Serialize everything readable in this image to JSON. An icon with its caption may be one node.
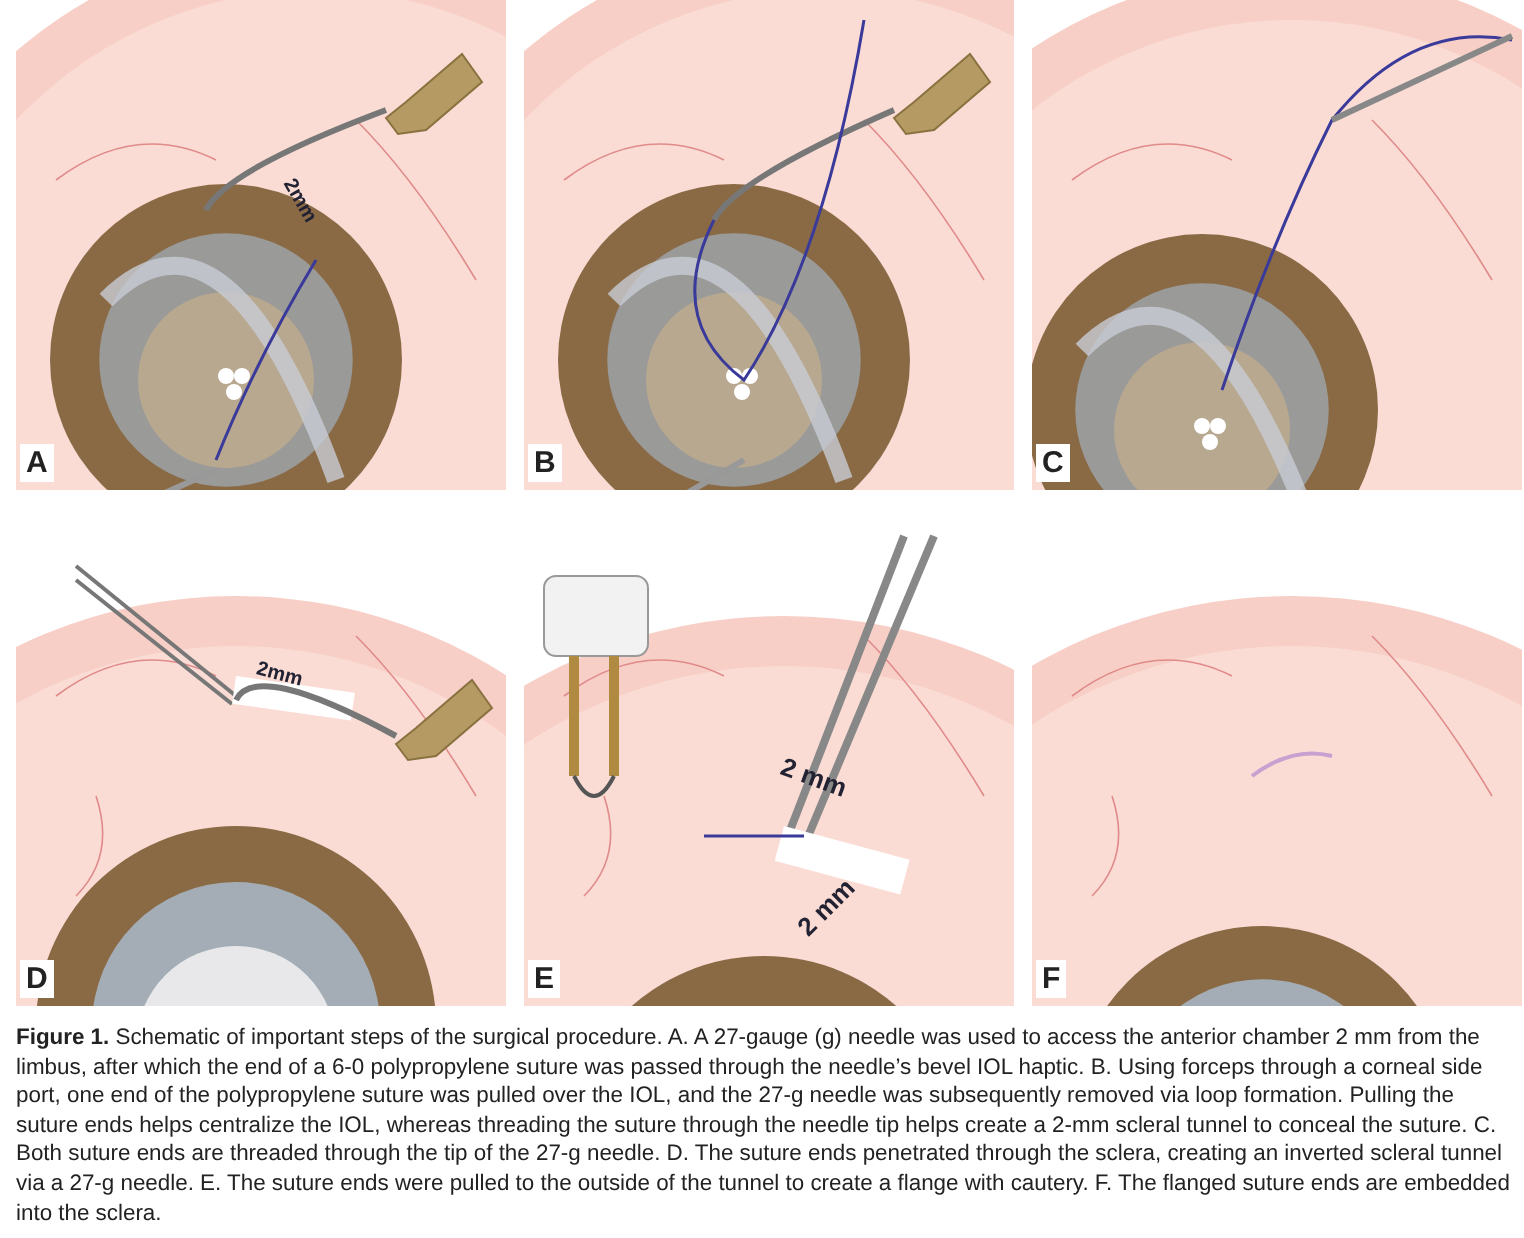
{
  "diagram": {
    "caption": "**Figure 1.** Schematic of important steps of the surgical procedure. A. A 27-gauge (g) needle was used to access the anterior chamber 2 mm from the limbus, after which the end of a 6-0 polypropylene suture was passed through the needle’s bevel IOL haptic. B. Using forceps through a corneal side port, one end of the polypropylene suture was pulled over the IOL, and the 27-g needle was subsequently removed via loop formation. Pulling the suture ends helps centralize the IOL, whereas threading the suture through the needle tip helps create a 2-mm scleral tunnel to conceal the suture. C. Both suture ends are threaded through the tip of the 27-g needle. D. The suture ends penetrated through the sclera, creating an inverted scleral tunnel via a 27-g needle. E. The suture ends were pulled to the outside of the tunnel to create a flange with cautery. F. The flanged suture ends are embedded into the sclera.",
    "labels": [
      "2mm",
      "A",
      "B",
      "C",
      "2mm",
      "D",
      "2 mm",
      "2 mm",
      "E",
      "F"
    ]
  }
}
